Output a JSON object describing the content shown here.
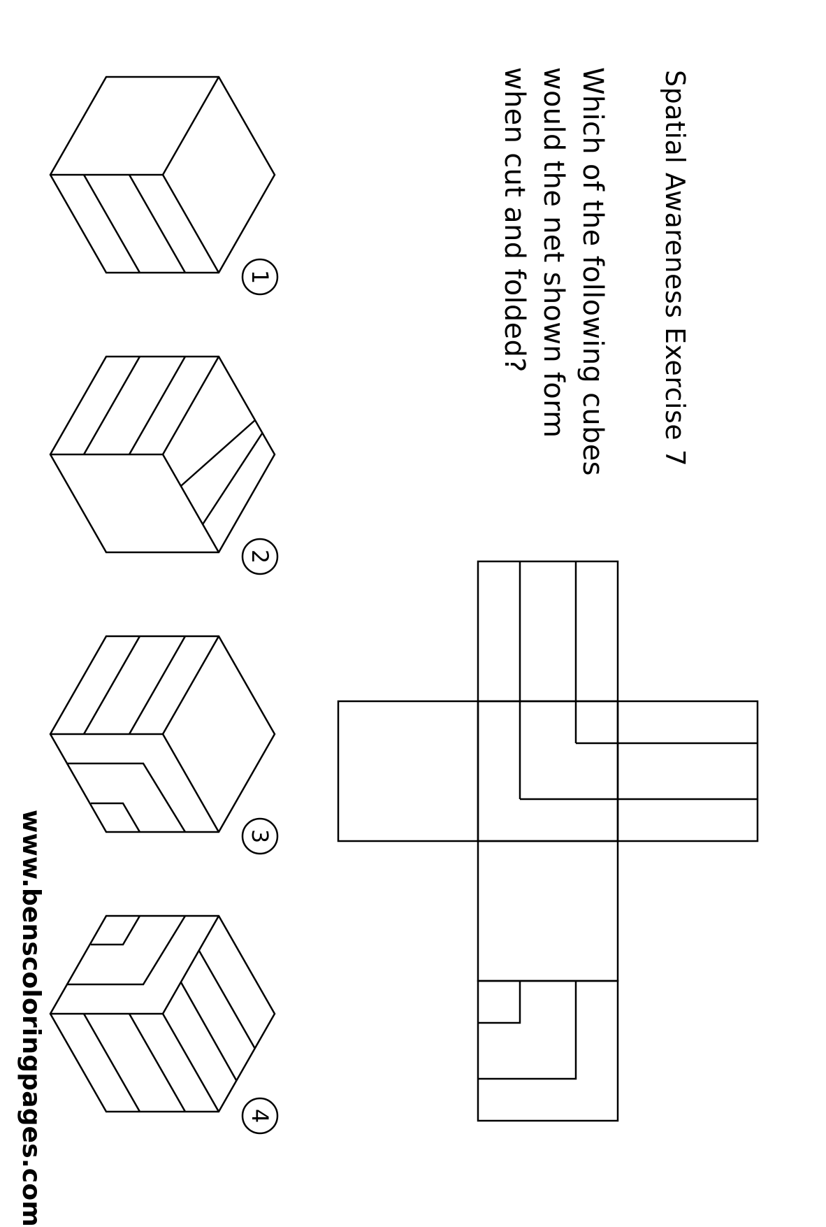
{
  "title": "Spatial Awareness Exercise 7",
  "question": {
    "line1": "Which of the following cubes",
    "line2": "would the net shown form",
    "line3": "when cut and folded?"
  },
  "options": [
    {
      "number": "1"
    },
    {
      "number": "2"
    },
    {
      "number": "3"
    },
    {
      "number": "4"
    }
  ],
  "website": "www.benscoloringpages.com"
}
